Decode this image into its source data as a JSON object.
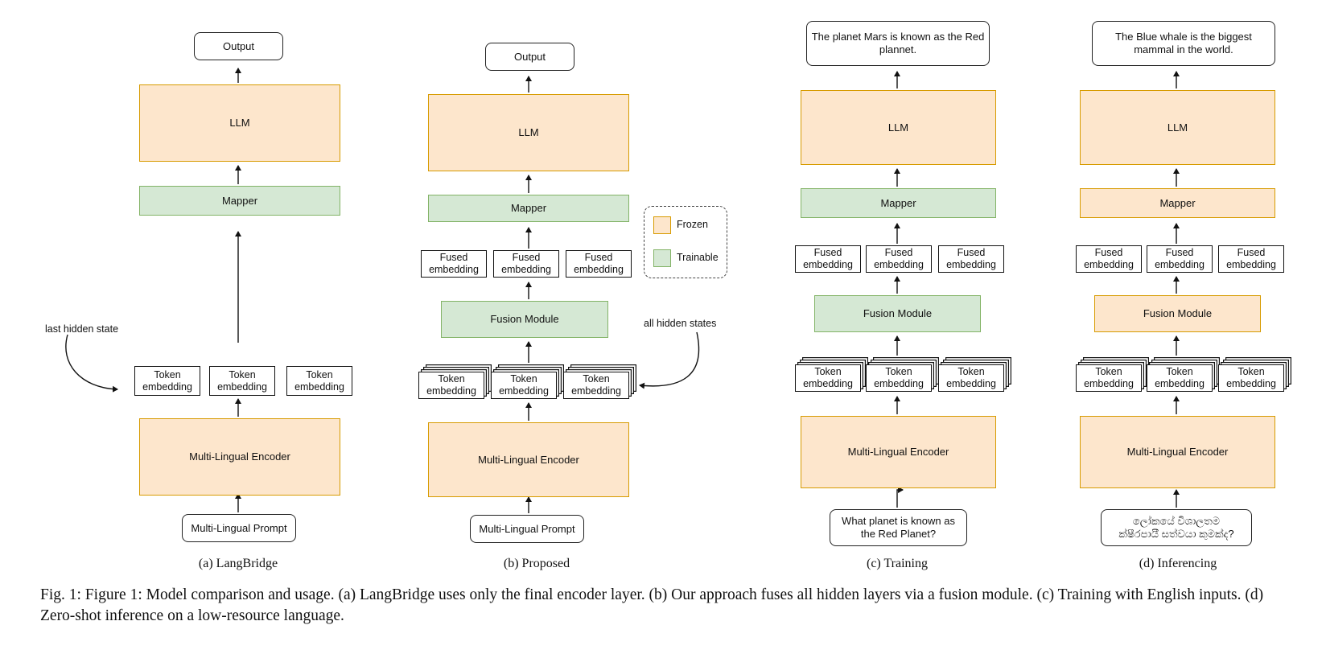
{
  "panels": {
    "a": {
      "output": "Output",
      "llm": "LLM",
      "mapper": "Mapper",
      "token_embeddings": [
        "Token\nembedding",
        "Token\nembedding",
        "Token\nembedding"
      ],
      "encoder": "Multi-Lingual Encoder",
      "prompt": "Multi-Lingual Prompt",
      "annotation": "last hidden state",
      "subcaption": "(a) LangBridge"
    },
    "b": {
      "output": "Output",
      "llm": "LLM",
      "mapper": "Mapper",
      "fused_embeddings": [
        "Fused\nembedding",
        "Fused\nembedding",
        "Fused\nembedding"
      ],
      "fusion": "Fusion Module",
      "token_embeddings": [
        "Token\nembedding",
        "Token\nembedding",
        "Token\nembedding"
      ],
      "encoder": "Multi-Lingual Encoder",
      "prompt": "Multi-Lingual Prompt",
      "annotation": "all hidden states",
      "subcaption": "(b) Proposed"
    },
    "c": {
      "output": "The planet Mars is known as the Red\nplannet.",
      "llm": "LLM",
      "mapper": "Mapper",
      "fused_embeddings": [
        "Fused\nembedding",
        "Fused\nembedding",
        "Fused\nembedding"
      ],
      "fusion": "Fusion Module",
      "token_embeddings": [
        "Token\nembedding",
        "Token\nembedding",
        "Token\nembedding"
      ],
      "encoder": "Multi-Lingual Encoder",
      "prompt": "What planet is known as\nthe Red Planet?",
      "subcaption": "(c) Training"
    },
    "d": {
      "output": "The Blue whale is the biggest\nmammal in the world.",
      "llm": "LLM",
      "mapper": "Mapper",
      "fused_embeddings": [
        "Fused\nembedding",
        "Fused\nembedding",
        "Fused\nembedding"
      ],
      "fusion": "Fusion Module",
      "token_embeddings": [
        "Token\nembedding",
        "Token\nembedding",
        "Token\nembedding"
      ],
      "encoder": "Multi-Lingual Encoder",
      "prompt": "ලෝකයේ විශාලතම\nක්ෂීරපායී සත්වයා කුමක්ද?",
      "subcaption": "(d) Inferencing"
    }
  },
  "legend": {
    "frozen": "Frozen",
    "trainable": "Trainable"
  },
  "colors": {
    "frozen_fill": "#fde6cc",
    "frozen_border": "#d79b00",
    "trainable_fill": "#d5e8d4",
    "trainable_border": "#82b366"
  },
  "caption": "Fig. 1: Figure 1: Model comparison and usage. (a) LangBridge uses only the final encoder layer. (b) Our approach fuses all hidden layers via a fusion module. (c) Training with English inputs. (d) Zero-shot inference on a low-resource language."
}
